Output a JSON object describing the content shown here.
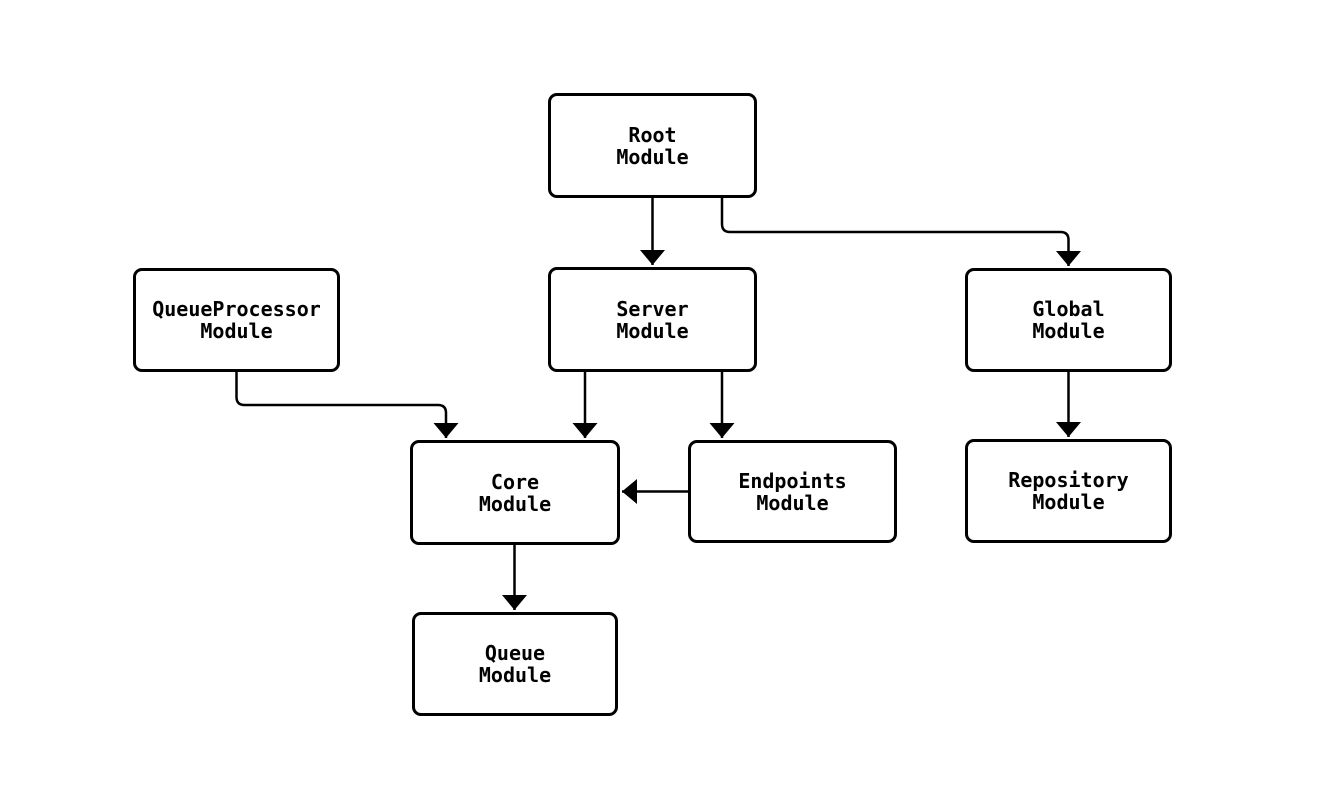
{
  "diagram": {
    "type": "module-dependency-graph",
    "background_color": "#ffffff",
    "node_fill_color": "#ffffff",
    "node_border_color": "#000000",
    "edge_color": "#000000",
    "text_color": "#000000",
    "nodes": [
      {
        "id": "root",
        "label": "Root\nModule"
      },
      {
        "id": "queueprocessor",
        "label": "QueueProcessor\nModule"
      },
      {
        "id": "server",
        "label": "Server\nModule"
      },
      {
        "id": "global",
        "label": "Global\nModule"
      },
      {
        "id": "core",
        "label": "Core\nModule"
      },
      {
        "id": "endpoints",
        "label": "Endpoints\nModule"
      },
      {
        "id": "repository",
        "label": "Repository\nModule"
      },
      {
        "id": "queue",
        "label": "Queue\nModule"
      }
    ],
    "edges": [
      {
        "from": "root",
        "to": "server"
      },
      {
        "from": "root",
        "to": "global"
      },
      {
        "from": "queueprocessor",
        "to": "core"
      },
      {
        "from": "server",
        "to": "core"
      },
      {
        "from": "server",
        "to": "endpoints"
      },
      {
        "from": "endpoints",
        "to": "core"
      },
      {
        "from": "global",
        "to": "repository"
      },
      {
        "from": "core",
        "to": "queue"
      }
    ]
  }
}
